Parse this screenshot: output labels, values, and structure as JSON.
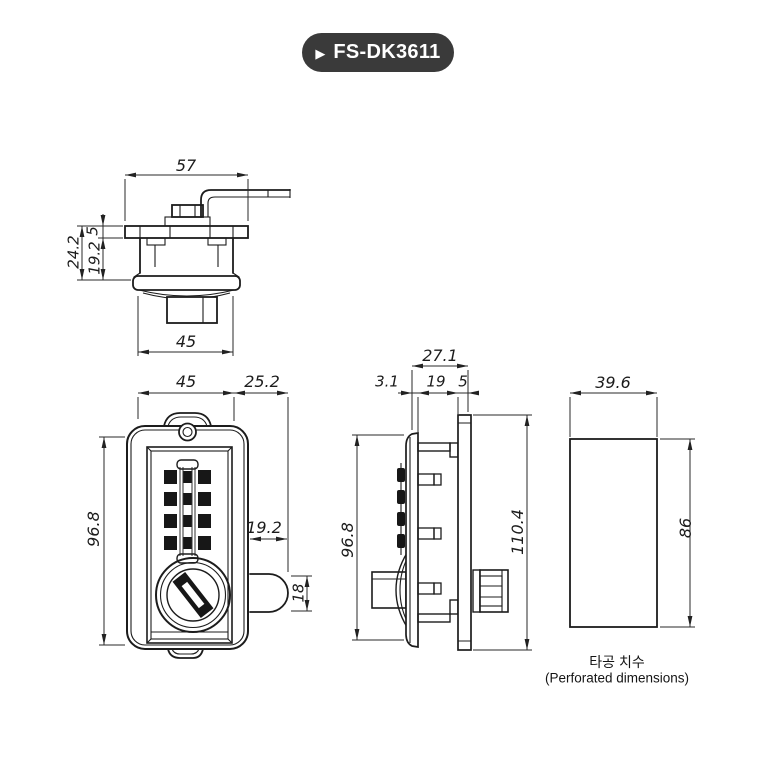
{
  "badge": {
    "arrow_icon": "▶",
    "model": "FS-DK3611",
    "bg_color": "#3a3a3a",
    "text_color": "#ffffff"
  },
  "drawing": {
    "line_color": "#1c1c1c",
    "views": {
      "top": {
        "dims": {
          "flange_width": "57",
          "total_height": "24.2",
          "body_height": "19.2",
          "flange_lip": "5",
          "body_width": "45"
        }
      },
      "front": {
        "dims": {
          "body_width": "45",
          "latch_extension": "25.2",
          "body_height": "96.8",
          "latch_length": "19.2",
          "latch_height": "18"
        }
      },
      "side": {
        "dims": {
          "total_depth": "27.1",
          "front_lip": "3.1",
          "body_depth": "19",
          "plate_thickness": "5",
          "body_height": "96.8",
          "plate_height": "110.4"
        }
      },
      "cutout": {
        "dims": {
          "width": "39.6",
          "height": "86"
        },
        "caption_korean": "타공 치수",
        "caption_english": "(Perforated dimensions)"
      }
    }
  }
}
